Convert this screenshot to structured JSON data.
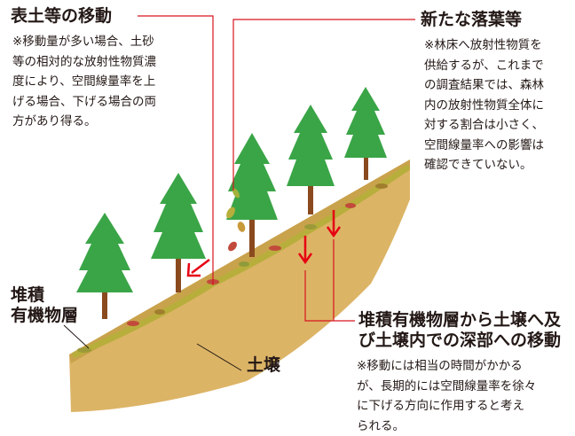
{
  "labels": {
    "surface_soil_title": "表土等の移動",
    "surface_soil_desc": [
      "※移動量が多い場合、土砂",
      "等の相対的な放射性物質濃",
      "度により、空間線量率を上",
      "げる場合、下げる場合の両",
      "方があり得る。"
    ],
    "new_litter_title": "新たな落葉等",
    "new_litter_desc": [
      "※林床へ放射性物質を",
      "供給するが、これまで",
      "の調査結果では、森林",
      "内の放射性物質全体に",
      "対する割合は小さく、",
      "空間線量率への影響は",
      "確認できていない。"
    ],
    "organic_layer": [
      "堆積",
      "有機物層"
    ],
    "soil": "土壌",
    "migration_title": [
      "堆積有機物層から土壌へ及",
      "び土壌内での深部への移動"
    ],
    "migration_desc": [
      "※移動には相当の時間がかかる",
      "が、長期的には空間線量率を徐々",
      "に下げる方向に作用すると考え",
      "られる。"
    ]
  },
  "colors": {
    "soil_face": "#dcb466",
    "soil_top": "#c9a24c",
    "litter": "#b8ae3c",
    "tree_foliage": "#3aa547",
    "trunk": "#8a4a1e",
    "arrow_red": "#e60012",
    "leader_line": "#d7141f",
    "text": "#231815"
  }
}
